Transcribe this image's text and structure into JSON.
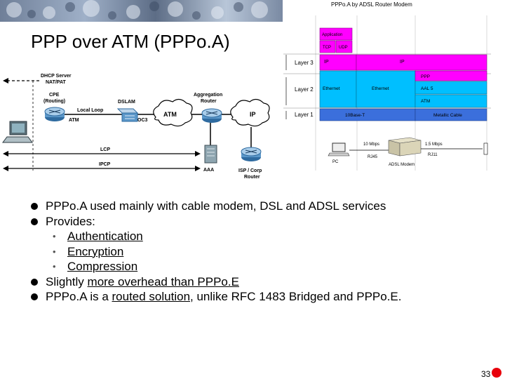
{
  "slide": {
    "title": "PPP over ATM (PPPo.A)",
    "page_number": "33"
  },
  "network_diagram": {
    "labels": {
      "dhcp": "DHCP Server",
      "natpat": "NAT/PAT",
      "cpe": "CPE",
      "routing": "(Routing)",
      "local_loop": "Local Loop",
      "dslam": "DSLAM",
      "agg1": "Aggregation",
      "agg2": "Router",
      "atm_cloud": "ATM",
      "atm_small": "ATM",
      "oc3": "OC3",
      "ip_cloud": "IP",
      "lcp": "LCP",
      "ipcp": "IPCP",
      "aaa": "AAA",
      "isp1": "ISP / Corp",
      "isp2": "Router"
    }
  },
  "stack_diagram": {
    "title": "PPPo.A by ADSL Router Modem",
    "layer3": "Layer 3",
    "layer2": "Layer 2",
    "layer1": "Layer 1",
    "application": "Application",
    "tcp": "TCP",
    "udp": "UDP",
    "ip_left": "IP",
    "ip_right": "IP",
    "ethernet1": "Ethernet",
    "ethernet2": "Ethernet",
    "ppp": "PPP",
    "aal5": "AAL 5",
    "atm": "ATM",
    "tenbaset": "10Base-T",
    "metallic": "Metallic Cable",
    "speed1": "10 Mbps",
    "speed2": "1.5 Mbps",
    "rj45": "RJ45",
    "rj11": "RJ11",
    "pc": "PC",
    "modem": "ADSL Modem"
  },
  "bullets": [
    {
      "level": 1,
      "parts": [
        {
          "t": "PPPo.A used mainly with cable modem, DSL and ADSL services",
          "u": false
        }
      ]
    },
    {
      "level": 1,
      "parts": [
        {
          "t": "Provides:",
          "u": false
        }
      ]
    },
    {
      "level": 2,
      "parts": [
        {
          "t": "Authentication",
          "u": true
        }
      ]
    },
    {
      "level": 2,
      "parts": [
        {
          "t": "Encryption",
          "u": true
        }
      ]
    },
    {
      "level": 2,
      "parts": [
        {
          "t": "Compression",
          "u": true
        }
      ]
    },
    {
      "level": 1,
      "parts": [
        {
          "t": "Slightly ",
          "u": false
        },
        {
          "t": "more overhead than PPPo.E",
          "u": true
        }
      ]
    },
    {
      "level": 1,
      "parts": [
        {
          "t": "PPPo.A is a ",
          "u": false
        },
        {
          "t": "routed solution",
          "u": true
        },
        {
          "t": ", unlike RFC 1483 Bridged and PPPo.E.",
          "u": false
        }
      ]
    }
  ],
  "colors": {
    "magenta": "#ff00ff",
    "cyan": "#00bfff",
    "blue": "#3b6fdc",
    "dark_blue": "#0e3a8c",
    "accent_red": "#e8000b"
  }
}
